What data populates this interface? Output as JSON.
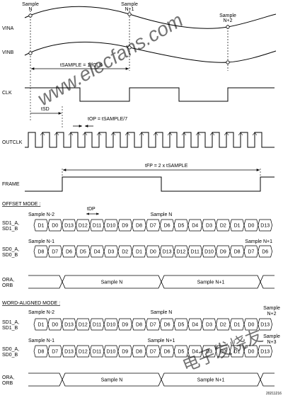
{
  "signals": {
    "vina": "VINA",
    "vinb": "VINB",
    "clk": "CLK",
    "outclk": "OUTCLK",
    "frame": "FRAME"
  },
  "samples": {
    "n": [
      "Sample",
      "N"
    ],
    "n1": [
      "Sample",
      "N+1"
    ],
    "n2": [
      "Sample",
      "N+2"
    ]
  },
  "annotations": {
    "t_sample": "tSAMPLE = 1/fCLK",
    "t_sd": "tSD",
    "t_op": "tOP = tSAMPLE/7",
    "t_fp": "tFP = 2 x tSAMPLE",
    "t_dp": "tDP"
  },
  "offset_mode": {
    "title": "OFFSET MODE :",
    "sd1_label": [
      "SD1_A,",
      "SD1_B"
    ],
    "sd0_label": [
      "SD0_A,",
      "SD0_B"
    ],
    "ora_label": [
      "ORA,",
      "ORB"
    ],
    "sd1_markers": [
      "Sample N-2",
      "Sample N"
    ],
    "sd0_markers": [
      "Sample N-1",
      "Sample N+1"
    ],
    "sd1_cells": [
      "D1",
      "D0",
      "D13",
      "D12",
      "D11",
      "D10",
      "D9",
      "D8",
      "D7",
      "D6",
      "D5",
      "D4",
      "D3",
      "D2",
      "D1",
      "D0",
      "D13"
    ],
    "sd0_cells": [
      "D8",
      "D7",
      "D6",
      "D5",
      "D4",
      "D3",
      "D2",
      "D1",
      "D0",
      "D13",
      "D12",
      "D11",
      "D10",
      "D9",
      "D8",
      "D7",
      "D6"
    ],
    "ora_cells": [
      "Sample N",
      "Sample N+1"
    ]
  },
  "word_mode": {
    "title": "WORD-ALIGNED MODE :",
    "sd1_label": [
      "SD1_A,",
      "SD1_B"
    ],
    "sd0_label": [
      "SD0_A,",
      "SD0_B"
    ],
    "ora_label": [
      "ORA,",
      "ORB"
    ],
    "sd1_markers": [
      "Sample N-2",
      "Sample N",
      "Sample",
      "N+2"
    ],
    "sd0_markers": [
      "Sample N-1",
      "Sample N+1",
      "Sample",
      "N+3"
    ],
    "sd1_cells": [
      "D1",
      "D0",
      "D13",
      "D12",
      "D11",
      "D10",
      "D9",
      "D8",
      "D7",
      "D6",
      "D5",
      "D4",
      "D3",
      "D2",
      "D1",
      "D0",
      "D13"
    ],
    "sd0_cells": [
      "D8",
      "D7",
      "D13",
      "D12",
      "D11",
      "D10",
      "D9",
      "D8",
      "D7",
      "D6",
      "D5",
      "D4",
      "D3",
      "D2",
      "D1",
      "D0",
      "D13"
    ],
    "ora_cells": [
      "Sample N",
      "Sample N+1"
    ]
  },
  "watermark": "www.elecfans.com",
  "stamp": "电子发烧友",
  "footer_code": "20211216"
}
